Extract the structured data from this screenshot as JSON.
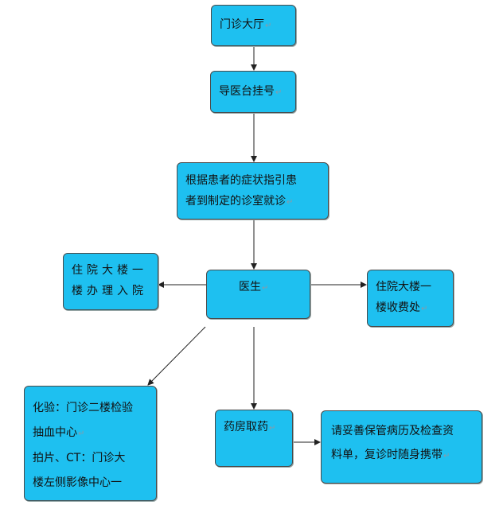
{
  "para_mark": "↵",
  "nodes": {
    "lobby": {
      "lines": [
        "门诊大厅"
      ]
    },
    "registration": {
      "lines": [
        "导医台挂号"
      ]
    },
    "triage": {
      "lines": [
        "根据患者的症状指引患",
        "者到制定的诊室就诊"
      ]
    },
    "doctor": {
      "lines": [
        "医生"
      ]
    },
    "admission": {
      "lines": [
        "住院大楼一",
        "楼办理入院"
      ]
    },
    "billing": {
      "lines": [
        "住院大楼一",
        "楼收费处"
      ]
    },
    "tests": {
      "lines": [
        "化验：门诊二楼检验",
        "抽血中心",
        "拍片、CT：门诊大",
        "楼左侧影像中心一"
      ]
    },
    "pharmacy": {
      "lines": [
        "药房取药"
      ]
    },
    "records": {
      "lines": [
        "请妥善保管病历及检查资",
        "料单，复诊时随身携带"
      ]
    }
  },
  "colors": {
    "box_fill": "#1ec0f0",
    "box_border": "#4a4a4a",
    "arrow": "#222222"
  }
}
